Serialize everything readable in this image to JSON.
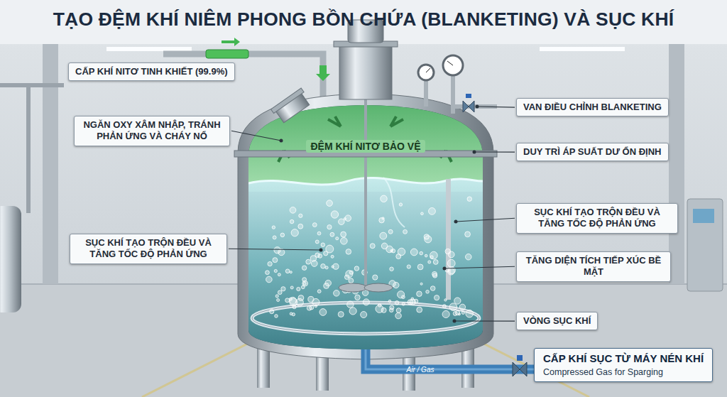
{
  "diagram": {
    "title": "TẠO ĐỆM KHÍ NIÊM PHONG BỒN CHỨA (BLANKETING) VÀ SỤC KHÍ",
    "nodes": [
      {
        "text": [
          "CẤP KHÍ NITƠ TINH KHIẾT (99.9%)"
        ]
      },
      {
        "text": [
          "VAN ĐIỀU CHỈNH BLANKETING"
        ]
      },
      {
        "text": [
          "NGĂN OXY XÂM NHẬP, TRÁNH PHẢN ỨNG VÀ CHÁY NỔ"
        ]
      },
      {
        "text": [
          "DUY TRÌ ÁP SUẤT DƯ ỔN ĐỊNH"
        ]
      },
      {
        "text": [
          "SỤC KHÍ TẠO TRỘN ĐỀU VÀ TĂNG TỐC ĐỘ PHẢN ỨNG"
        ]
      },
      {
        "text": [
          "SỤC KHÍ TẠO TRỘN ĐỀU VÀ TĂNG TỐC ĐỘ PHẢN ỨNG"
        ]
      },
      {
        "text": [
          "TĂNG DIỆN TÍCH TIẾP XÚC BỀ MẶT"
        ]
      },
      {
        "text": [
          "VÒNG SỤC KHÍ"
        ]
      },
      {
        "text": [
          "CẤP KHÍ SỤC TỪ MÁY NÉN KHÍ",
          "Compressed Gas for Sparging"
        ]
      }
    ],
    "labels": [
      "ĐỆM KHÍ NITƠ BẢO VỆ",
      "Air / Gas"
    ]
  }
}
